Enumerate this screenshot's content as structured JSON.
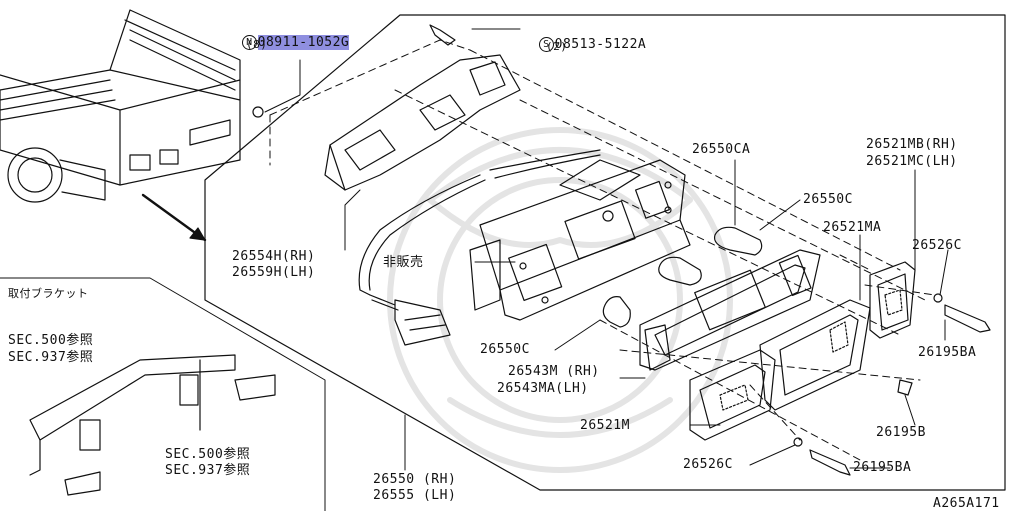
{
  "diagram_id": "A265A171",
  "callouts": {
    "nut_prefix": "N",
    "nut_part": "08911-1052G",
    "nut_qty": "(8)",
    "screw_prefix": "S",
    "screw_part": "08513-5122A",
    "screw_qty": "(2)",
    "bulb_top": "26550CA",
    "bulb_mid": "26550C",
    "bulb_low": "26550C",
    "lens_rh": "26521MB(RH)",
    "lens_lh": "26521MC(LH)",
    "lens_ma": "26521MA",
    "washer_top": "26526C",
    "washer_bottom": "26526C",
    "bolt_1": "26195BA",
    "bolt_2": "26195B",
    "bolt_3": "26195BA",
    "harness_rh": "26554H(RH)",
    "harness_lh": "26559H(LH)",
    "not_sold": "非販売",
    "gasket_rh": "26543M (RH)",
    "gasket_lh": "26543MA(LH)",
    "lens_m": "26521M",
    "assy_rh": "26550 (RH)",
    "assy_lh": "26555 (LH)",
    "bracket_title": "取付ブラケット",
    "ref_1a": "SEC.500参照",
    "ref_1b": "SEC.937参照",
    "ref_2a": "SEC.500参照",
    "ref_2b": "SEC.937参照"
  }
}
